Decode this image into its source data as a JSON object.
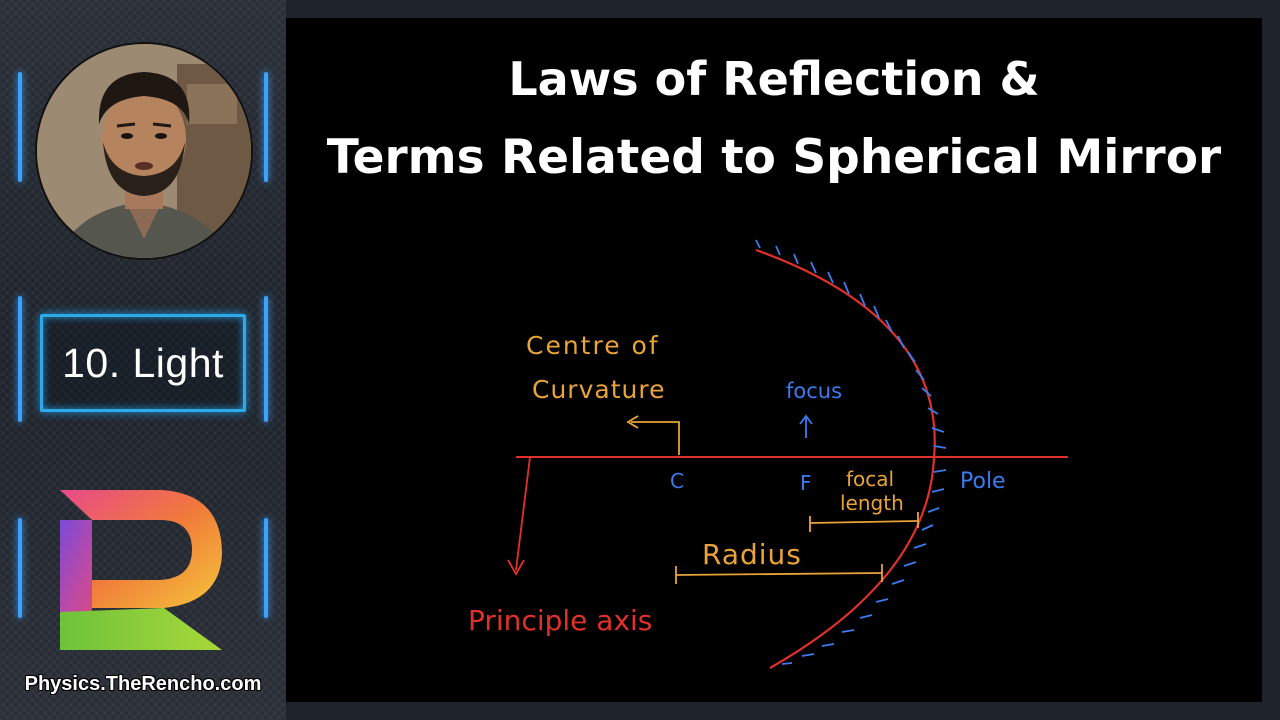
{
  "title": {
    "line1": "Laws of Reflection &",
    "line2": "Terms Related to Spherical Mirror"
  },
  "sidebar": {
    "chapter_label": "10. Light",
    "site_label": "Physics.TheRencho.com"
  },
  "diagram": {
    "centre_label_1": "Centre of",
    "centre_label_2": "Curvature",
    "focus_label": "focus",
    "c_label": "C",
    "f_label": "F",
    "focal_label_1": "focal",
    "focal_label_2": "length",
    "pole_label": "Pole",
    "radius_label": "Radius",
    "axis_label": "Principle axis"
  },
  "colors": {
    "axis": "#e0302a",
    "blue": "#3b7bf0",
    "orange": "#e8a33a",
    "chapter_border": "#2fa9e8"
  }
}
